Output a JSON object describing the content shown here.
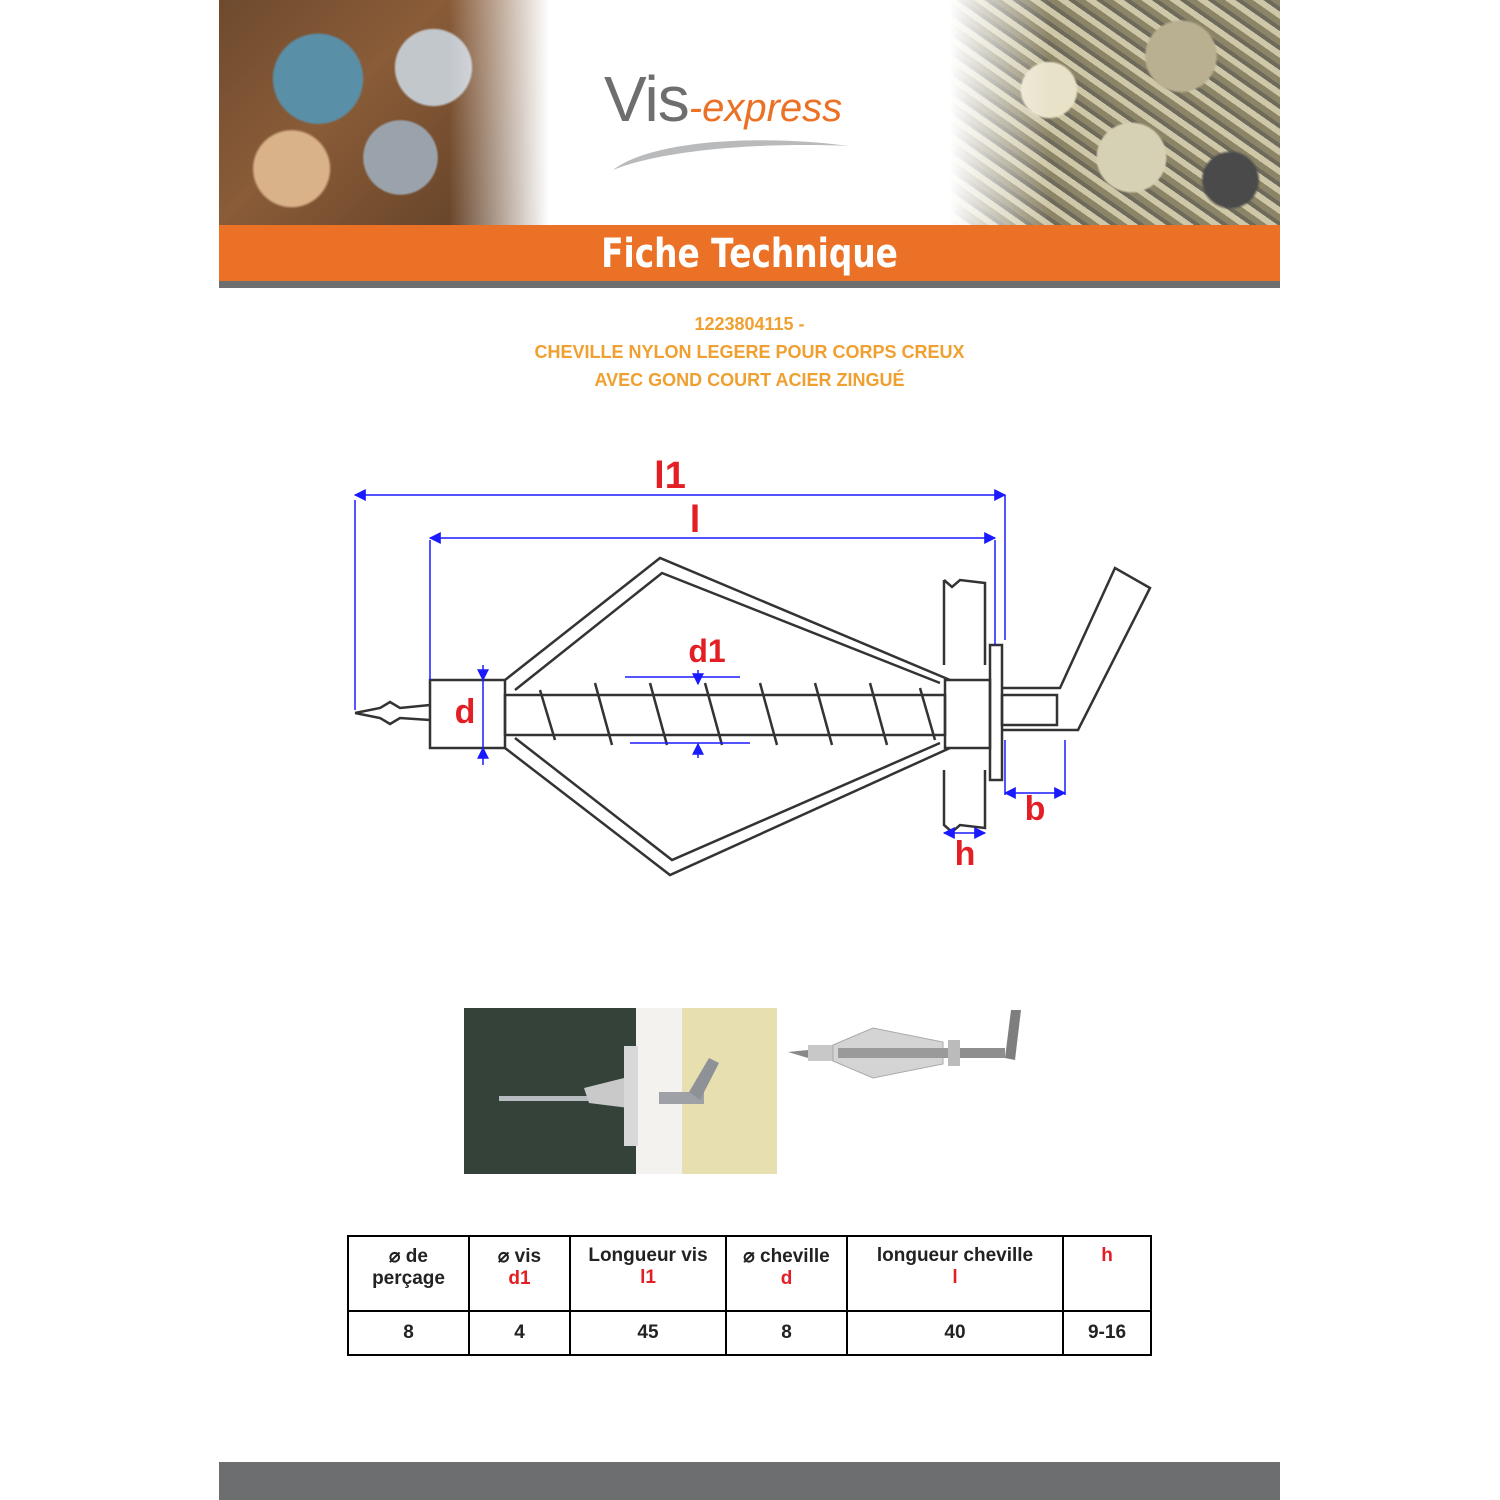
{
  "header": {
    "logo_vis": "Vis",
    "logo_express": "-express",
    "banner_title": "Fiche Technique"
  },
  "product": {
    "reference": "1223804115 -",
    "title_line1": "CHEVILLE NYLON LEGERE POUR CORPS CREUX",
    "title_line2": "AVEC  GOND COURT ACIER ZINGUÉ"
  },
  "diagram": {
    "labels": {
      "l1": "l1",
      "l": "l",
      "d1": "d1",
      "d": "d",
      "b": "b",
      "h": "h"
    },
    "dimension_color": "#1a1aff",
    "label_color": "#e31e24"
  },
  "table": {
    "headers": [
      {
        "line1": "⌀ de",
        "line2": "perçage"
      },
      {
        "line1": "⌀ vis",
        "line2": "d1"
      },
      {
        "line1": "Longueur vis",
        "line2": "l1"
      },
      {
        "line1": "⌀ cheville",
        "line2": "d"
      },
      {
        "line1": "longueur cheville",
        "line2": "l"
      },
      {
        "line1": "",
        "line2": "h"
      }
    ],
    "rows": [
      [
        "8",
        "4",
        "45",
        "8",
        "40",
        "9-16"
      ]
    ]
  },
  "colors": {
    "brand_orange": "#ea7125",
    "brand_grey": "#6d6e70",
    "title_orange": "#f0a030"
  }
}
